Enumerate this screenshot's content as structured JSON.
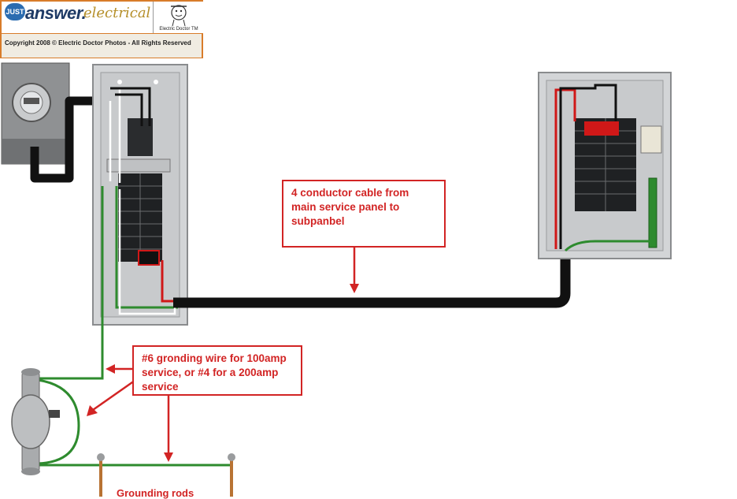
{
  "logo": {
    "just": "JUST",
    "answer": "answer.",
    "electrical": "electrical",
    "doctor_label": "Electric Doctor TM",
    "copyright": "Copyright 2008 © Electric Doctor Photos - All Rights Reserved"
  },
  "callouts": {
    "cable_text": "4 conductor cable from main service panel to subpanbel",
    "ground_text": "#6 gronding wire for 100amp service, or #4 for a 200amp service",
    "rods_text": "Grounding rods"
  },
  "colors": {
    "callout": "#d22424",
    "ground_wire": "#2e8b2e",
    "hot_wire": "#111111",
    "red_wire": "#d01818",
    "panel": "#d3d5d7",
    "logo_border": "#d87c2a"
  }
}
